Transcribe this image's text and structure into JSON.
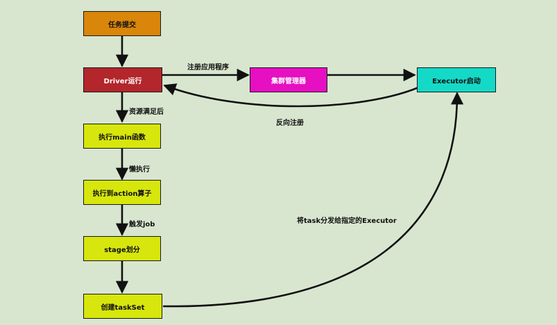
{
  "diagram": {
    "nodes": [
      {
        "id": "submit",
        "label": "任务提交",
        "fill": "#d9860a",
        "text": "#111111"
      },
      {
        "id": "driver",
        "label": "Driver运行",
        "fill": "#b3262b",
        "text": "#ffffff"
      },
      {
        "id": "cluster",
        "label": "集群管理器",
        "fill": "#e60fc2",
        "text": "#ffffff"
      },
      {
        "id": "executor",
        "label": "Executor启动",
        "fill": "#14d9c7",
        "text": "#111111"
      },
      {
        "id": "main",
        "label": "执行main函数",
        "fill": "#d7e60c",
        "text": "#111111"
      },
      {
        "id": "action",
        "label": "执行到action算子",
        "fill": "#d7e60c",
        "text": "#111111"
      },
      {
        "id": "stage",
        "label": "stage划分",
        "fill": "#d7e60c",
        "text": "#111111"
      },
      {
        "id": "taskset",
        "label": "创建taskSet",
        "fill": "#d7e60c",
        "text": "#111111"
      }
    ],
    "edges": [
      {
        "id": "submit-driver",
        "from": "submit",
        "to": "driver",
        "label": ""
      },
      {
        "id": "driver-cluster",
        "from": "driver",
        "to": "cluster",
        "label": "注册应用程序"
      },
      {
        "id": "cluster-executor",
        "from": "cluster",
        "to": "executor",
        "label": ""
      },
      {
        "id": "executor-driver",
        "from": "executor",
        "to": "driver",
        "label": "反向注册"
      },
      {
        "id": "driver-main",
        "from": "driver",
        "to": "main",
        "label": "资源满足后"
      },
      {
        "id": "main-action",
        "from": "main",
        "to": "action",
        "label": "懒执行"
      },
      {
        "id": "action-stage",
        "from": "action",
        "to": "stage",
        "label": "触发job"
      },
      {
        "id": "stage-taskset",
        "from": "stage",
        "to": "taskset",
        "label": ""
      },
      {
        "id": "taskset-executor",
        "from": "taskset",
        "to": "executor",
        "label": "将task分发给指定的Executor"
      }
    ]
  }
}
